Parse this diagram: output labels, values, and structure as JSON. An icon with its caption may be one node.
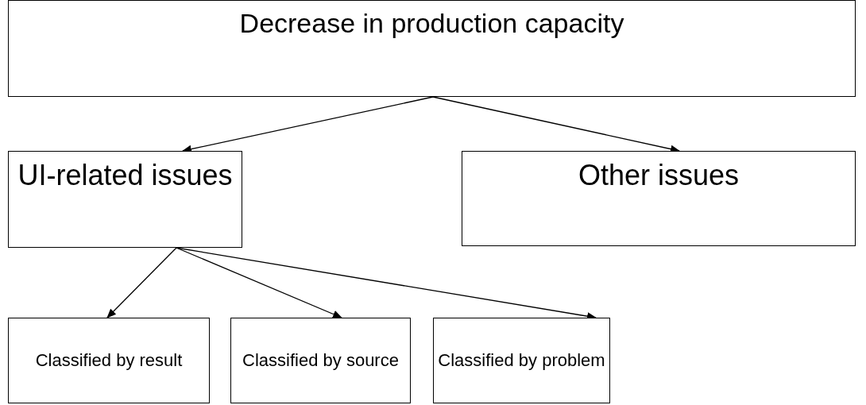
{
  "diagram": {
    "nodes": [
      {
        "text": [
          "Decrease in production capacity"
        ]
      },
      {
        "text": [
          "UI-related issues"
        ]
      },
      {
        "text": [
          "Other issues"
        ]
      },
      {
        "text": [
          "Classified by result"
        ]
      },
      {
        "text": [
          "Classified by source"
        ]
      },
      {
        "text": [
          "Classified by problem"
        ]
      }
    ],
    "edges": [
      {
        "from": 0,
        "to": 1,
        "arrow": "to"
      },
      {
        "from": 0,
        "to": 2,
        "arrow": "to"
      },
      {
        "from": 1,
        "to": 3,
        "arrow": "to"
      },
      {
        "from": 1,
        "to": 4,
        "arrow": "to"
      },
      {
        "from": 1,
        "to": 5,
        "arrow": "to"
      }
    ]
  }
}
